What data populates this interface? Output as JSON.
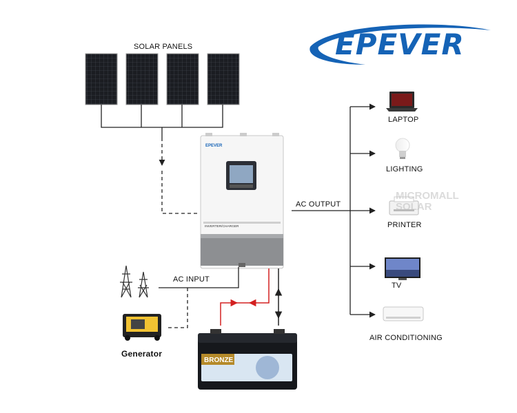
{
  "brand": {
    "logo_text": "EPEVER",
    "color": "#1563b6"
  },
  "labels": {
    "solar_panels": "SOLAR PANELS",
    "ac_output": "AC OUTPUT",
    "ac_input": "AC INPUT",
    "generator": "Generator"
  },
  "devices": [
    "LAPTOP",
    "LIGHTING",
    "PRINTER",
    "TV",
    "AIR CONDITIONING"
  ],
  "inverter": {
    "brand": "EPEVER",
    "label": "INVERTER/CHARGER"
  },
  "battery": {
    "label": "BRONZE"
  },
  "watermark": {
    "line1": "MICROMALL",
    "line2": "SOLAR"
  },
  "colors": {
    "dc_line": "#d32020",
    "panel": "#1b1d22",
    "line": "#222222"
  }
}
